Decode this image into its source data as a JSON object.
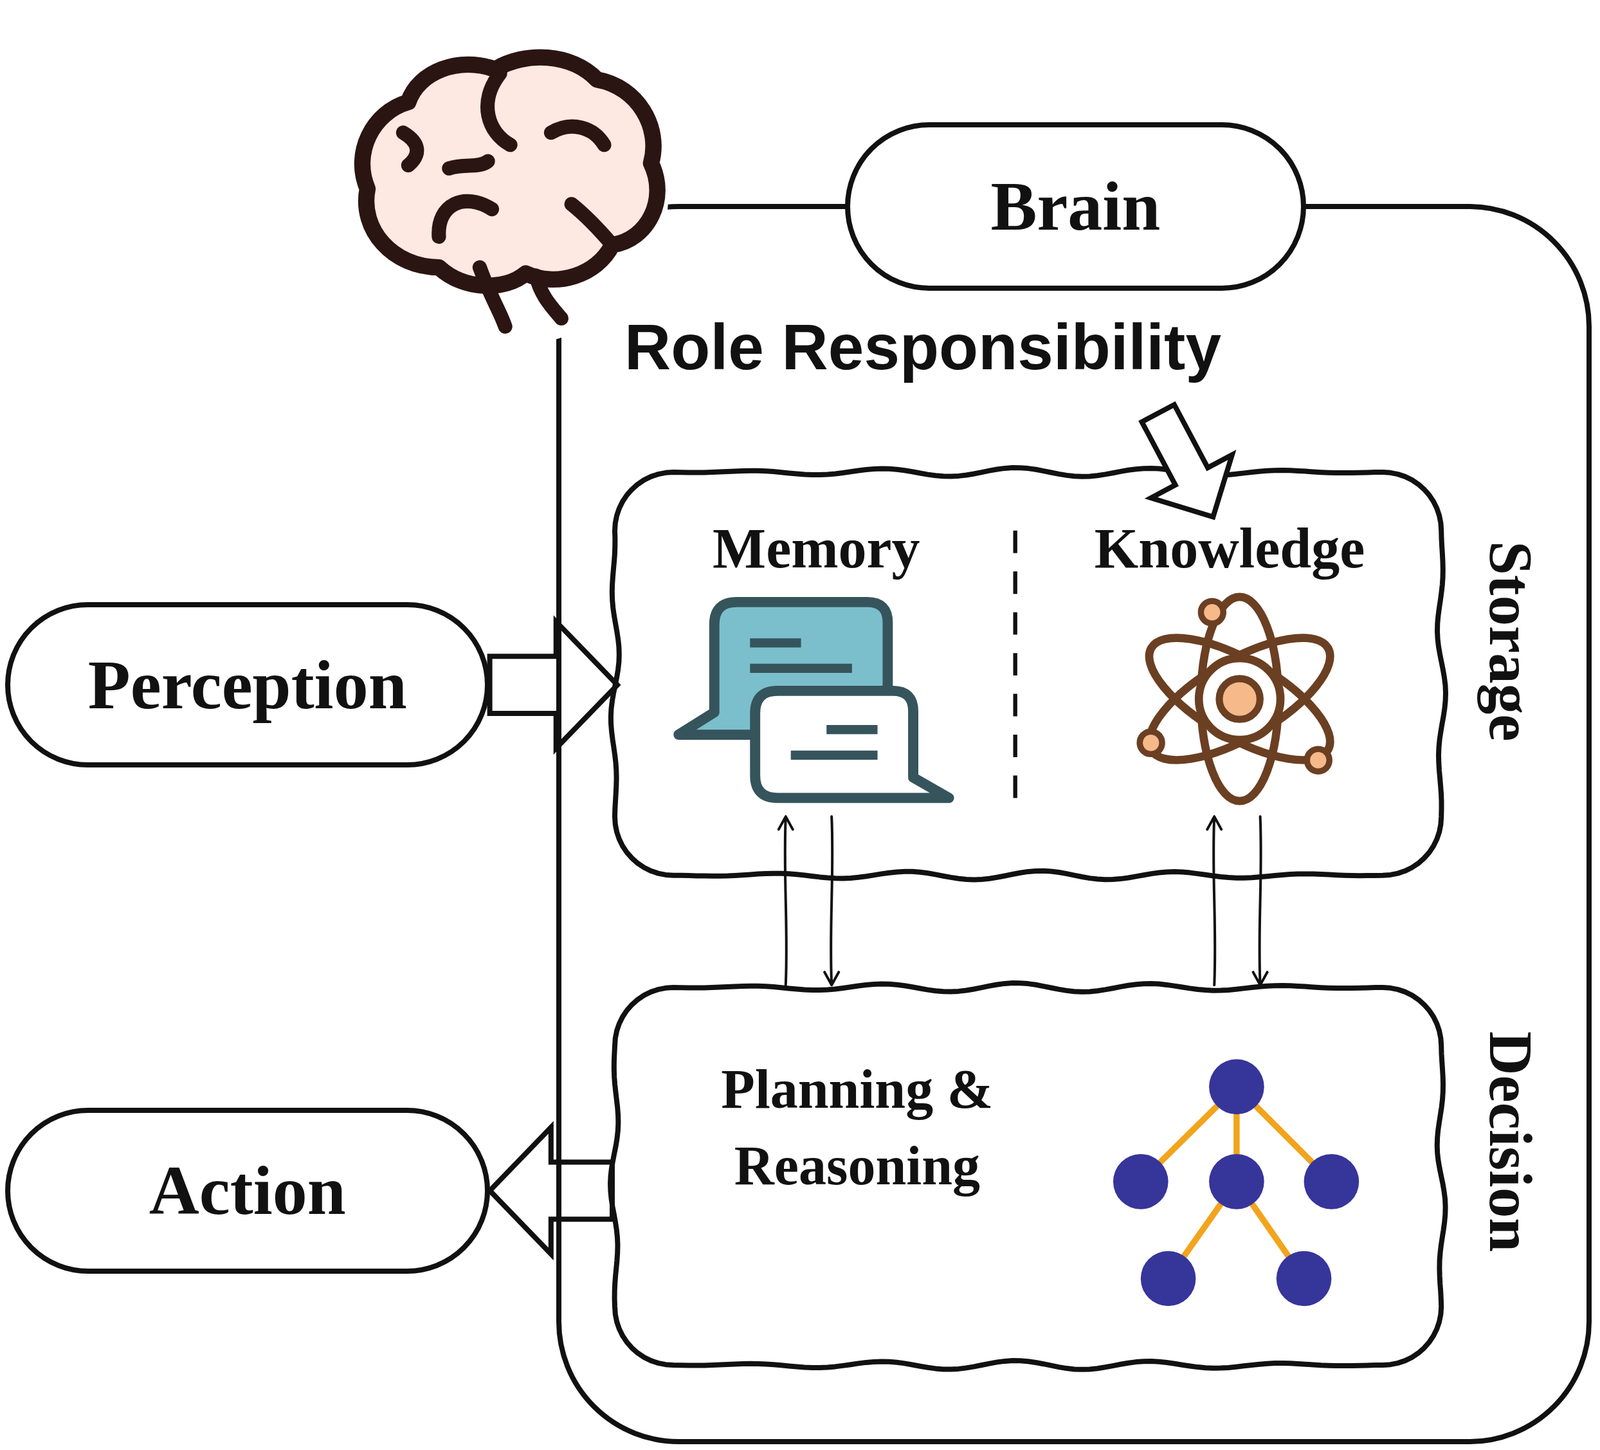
{
  "diagram": {
    "nodes": [
      {
        "text": [
          "Brain"
        ]
      },
      {
        "text": [
          "Perception"
        ]
      },
      {
        "text": [
          "Storage"
        ],
        "in": 0
      },
      {
        "text": [
          "Memory"
        ],
        "in": 2
      },
      {
        "text": [
          "Knowledge"
        ],
        "in": 2
      },
      {
        "text": [
          "Planning & Reasoning",
          "Decision"
        ],
        "in": 0
      },
      {
        "text": [
          "Action"
        ]
      }
    ],
    "edges": [
      {
        "from": 1,
        "to": 3,
        "arrow": "to"
      },
      {
        "from": 5,
        "to": 3,
        "arrow": "to"
      },
      {
        "from": 3,
        "to": 5,
        "arrow": "to"
      },
      {
        "from": 5,
        "to": 4,
        "arrow": "to"
      },
      {
        "from": 4,
        "to": 5,
        "arrow": "to"
      },
      {
        "from": 5,
        "to": 6,
        "arrow": "to"
      }
    ],
    "labels": [
      "Role Responsibility"
    ]
  }
}
